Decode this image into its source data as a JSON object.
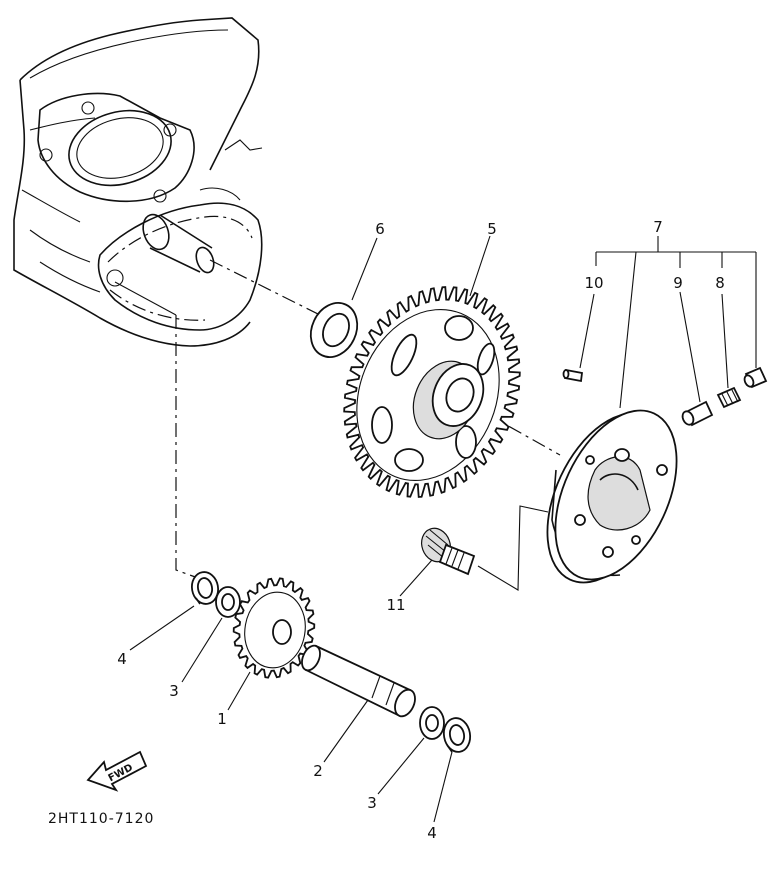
{
  "labels": {
    "p1": "1",
    "p2": "2",
    "p3a": "3",
    "p3b": "3",
    "p4a": "4",
    "p4b": "4",
    "p5": "5",
    "p6": "6",
    "p7": "7",
    "p8": "8",
    "p9": "9",
    "p10": "10",
    "p11": "11"
  },
  "fwd_text": "FWD",
  "drawing_code": "2HT110-7120"
}
